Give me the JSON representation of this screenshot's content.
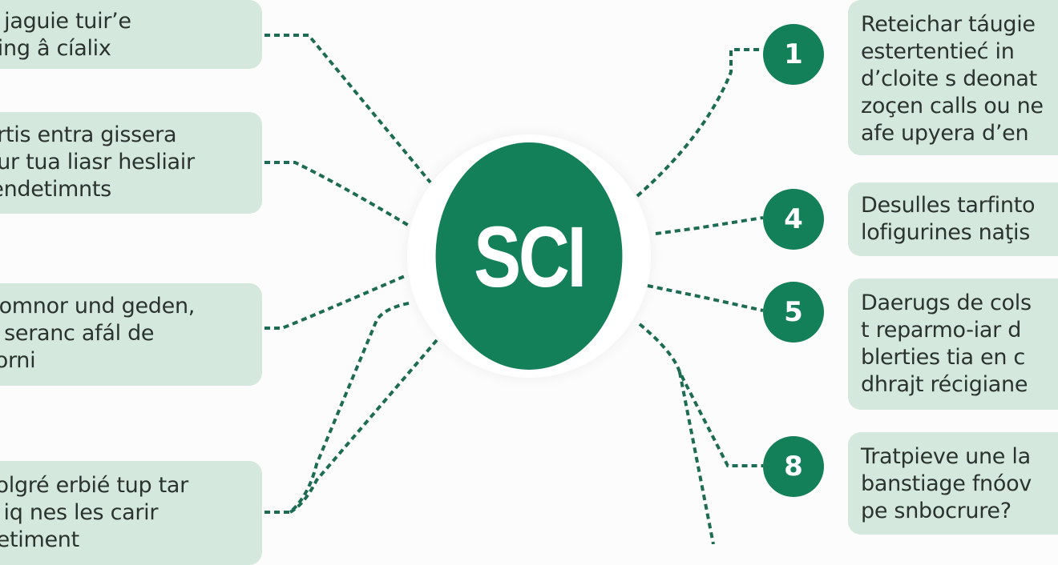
{
  "center_node": {
    "label": "SCI",
    "color": "#138059"
  },
  "colors": {
    "accent": "#138059",
    "box_fill": "#d4e8dd",
    "connector": "#1c6b52",
    "background": "#fbfcfb"
  },
  "left_items": [
    {
      "lines": [
        "d jaguie tuir’e",
        "ning â cíalix"
      ]
    },
    {
      "lines": [
        "ortis entra gissera",
        "õur tua liasr hesliair",
        "’endetimnts"
      ]
    },
    {
      "lines": [
        "t omnor und geden,",
        "g seranc afál de",
        "sorni"
      ]
    },
    {
      "lines": [
        "colgré erbié tup tar",
        "a iq nes les carir",
        "vetiment"
      ]
    }
  ],
  "right_items": [
    {
      "number": "1",
      "lines": [
        "Reteichar táugie",
        "estertentieć in",
        "d’cloite s deonat",
        "zoçen calls ou ne",
        "afe upyera d’en"
      ]
    },
    {
      "number": "4",
      "lines": [
        "Desulles tarfinto",
        "lofigurines naţis"
      ]
    },
    {
      "number": "5",
      "lines": [
        "Daerugs de cols",
        "t reparmo-iar d",
        "blerties tia en c",
        "dhrajt récigiane"
      ]
    },
    {
      "number": "8",
      "lines": [
        "Tratpieve une la",
        "banstiage fnóov",
        "pe snbocrure?"
      ]
    }
  ]
}
